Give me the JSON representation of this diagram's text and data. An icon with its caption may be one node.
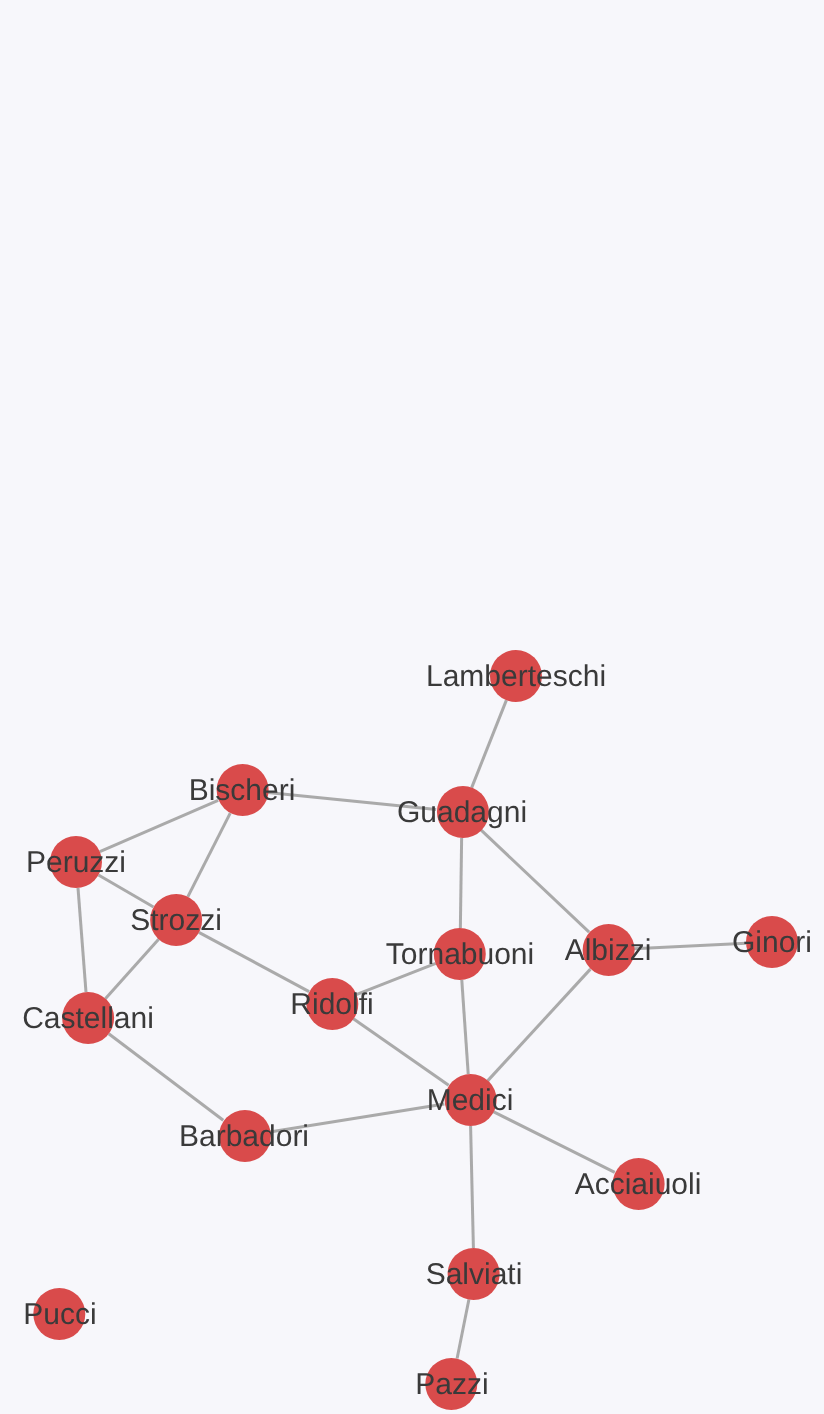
{
  "diagram": {
    "nodes": [
      {
        "text": [
          "Lamberteschi"
        ]
      },
      {
        "text": [
          "Bischeri"
        ]
      },
      {
        "text": [
          "Guadagni"
        ]
      },
      {
        "text": [
          "Peruzzi"
        ]
      },
      {
        "text": [
          "Strozzi"
        ]
      },
      {
        "text": [
          "Tornabuoni"
        ]
      },
      {
        "text": [
          "Albizzi"
        ]
      },
      {
        "text": [
          "Ginori"
        ]
      },
      {
        "text": [
          "Castellani"
        ]
      },
      {
        "text": [
          "Ridolfi"
        ]
      },
      {
        "text": [
          "Medici"
        ]
      },
      {
        "text": [
          "Barbadori"
        ]
      },
      {
        "text": [
          "Acciaiuoli"
        ]
      },
      {
        "text": [
          "Salviati"
        ]
      },
      {
        "text": [
          "Pucci"
        ]
      },
      {
        "text": [
          "Pazzi"
        ]
      }
    ],
    "edges": [
      {
        "from": 0,
        "to": 2,
        "arrow": "none"
      },
      {
        "from": 1,
        "to": 2,
        "arrow": "none"
      },
      {
        "from": 1,
        "to": 3,
        "arrow": "none"
      },
      {
        "from": 1,
        "to": 4,
        "arrow": "none"
      },
      {
        "from": 3,
        "to": 4,
        "arrow": "none"
      },
      {
        "from": 3,
        "to": 8,
        "arrow": "none"
      },
      {
        "from": 4,
        "to": 8,
        "arrow": "none"
      },
      {
        "from": 4,
        "to": 9,
        "arrow": "none"
      },
      {
        "from": 2,
        "to": 5,
        "arrow": "none"
      },
      {
        "from": 2,
        "to": 6,
        "arrow": "none"
      },
      {
        "from": 6,
        "to": 7,
        "arrow": "none"
      },
      {
        "from": 9,
        "to": 5,
        "arrow": "none"
      },
      {
        "from": 5,
        "to": 10,
        "arrow": "none"
      },
      {
        "from": 6,
        "to": 10,
        "arrow": "none"
      },
      {
        "from": 9,
        "to": 10,
        "arrow": "none"
      },
      {
        "from": 8,
        "to": 11,
        "arrow": "none"
      },
      {
        "from": 11,
        "to": 10,
        "arrow": "none"
      },
      {
        "from": 10,
        "to": 12,
        "arrow": "none"
      },
      {
        "from": 10,
        "to": 13,
        "arrow": "none"
      },
      {
        "from": 13,
        "to": 15,
        "arrow": "none"
      }
    ]
  }
}
